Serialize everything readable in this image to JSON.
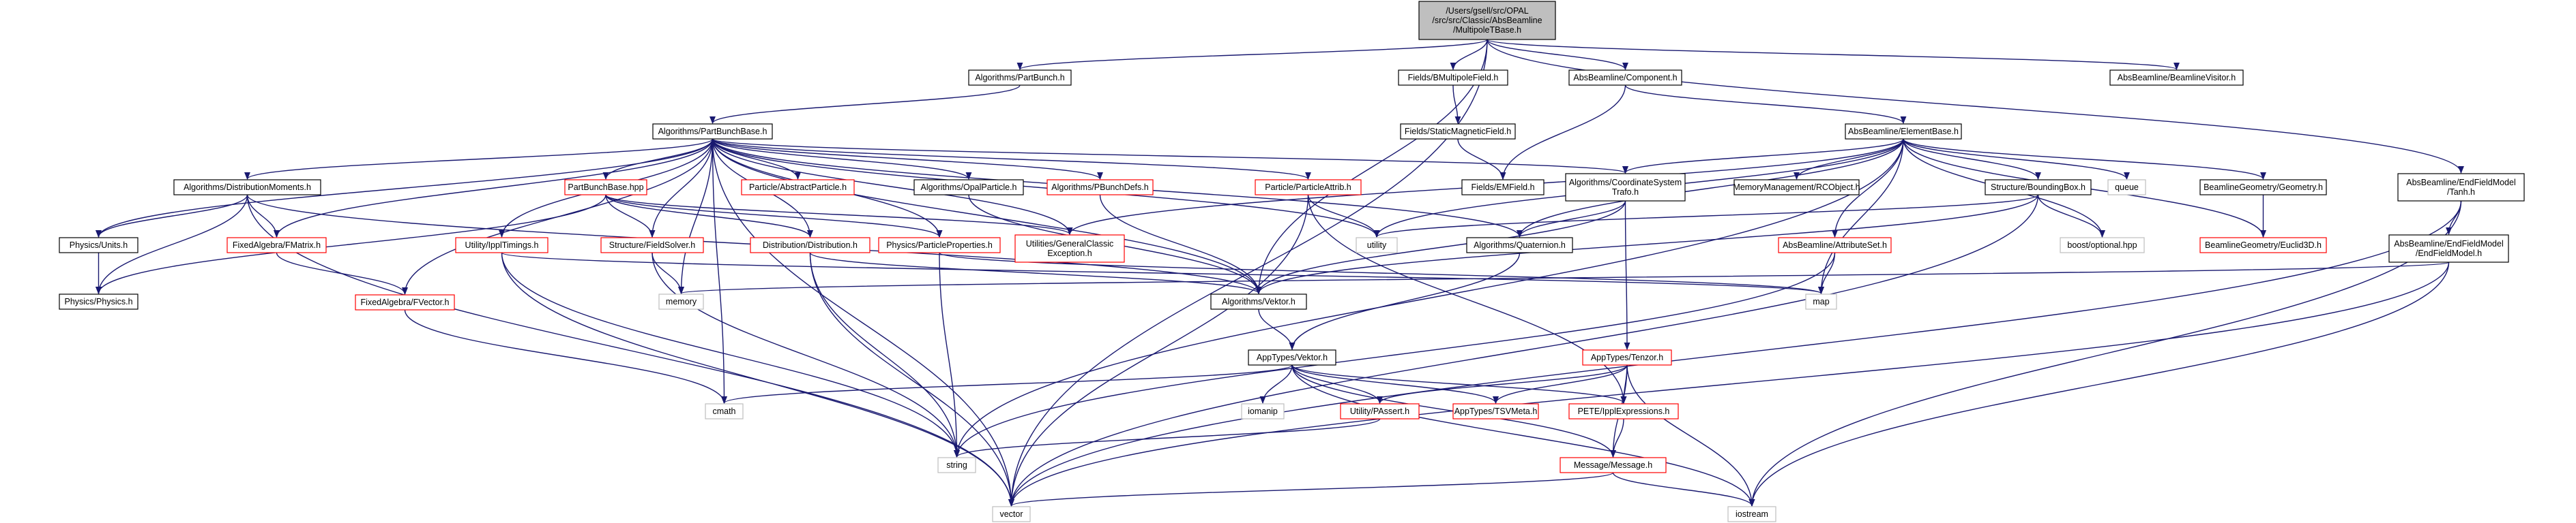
{
  "colors": {
    "edge": "#191970",
    "root_fill": "#bfbfbf",
    "node_border": "#000000",
    "linked_border": "#ff0000",
    "external_border": "#bfbfbf",
    "text": "#000000"
  },
  "nodes": [
    {
      "id": "root",
      "label": [
        "/Users/gsell/src/OPAL",
        "/src/src/Classic/AbsBeamline",
        "/MultipoleTBase.h"
      ],
      "style": "root"
    },
    {
      "id": "partbunch",
      "label": [
        "Algorithms/PartBunch.h"
      ],
      "style": "doc"
    },
    {
      "id": "bmultipole",
      "label": [
        "Fields/BMultipoleField.h"
      ],
      "style": "doc"
    },
    {
      "id": "component",
      "label": [
        "AbsBeamline/Component.h"
      ],
      "style": "doc"
    },
    {
      "id": "visitor",
      "label": [
        "AbsBeamline/BeamlineVisitor.h"
      ],
      "style": "doc"
    },
    {
      "id": "partbunchbase",
      "label": [
        "Algorithms/PartBunchBase.h"
      ],
      "style": "doc"
    },
    {
      "id": "staticmag",
      "label": [
        "Fields/StaticMagneticField.h"
      ],
      "style": "doc"
    },
    {
      "id": "elementbase",
      "label": [
        "AbsBeamline/ElementBase.h"
      ],
      "style": "doc"
    },
    {
      "id": "distmoments",
      "label": [
        "Algorithms/DistributionMoments.h"
      ],
      "style": "doc"
    },
    {
      "id": "partbunchbasehpp",
      "label": [
        "PartBunchBase.hpp"
      ],
      "style": "red"
    },
    {
      "id": "abstractparticle",
      "label": [
        "Particle/AbstractParticle.h"
      ],
      "style": "red"
    },
    {
      "id": "opalparticle",
      "label": [
        "Algorithms/OpalParticle.h"
      ],
      "style": "doc"
    },
    {
      "id": "pbunchdefs",
      "label": [
        "Algorithms/PBunchDefs.h"
      ],
      "style": "red"
    },
    {
      "id": "particleattrib",
      "label": [
        "Particle/ParticleAttrib.h"
      ],
      "style": "red"
    },
    {
      "id": "coordtrafo",
      "label": [
        "Algorithms/CoordinateSystem",
        "Trafo.h"
      ],
      "style": "doc"
    },
    {
      "id": "emfield",
      "label": [
        "Fields/EMField.h"
      ],
      "style": "doc"
    },
    {
      "id": "rcobject",
      "label": [
        "MemoryManagement/RCObject.h"
      ],
      "style": "doc"
    },
    {
      "id": "boundingbox",
      "label": [
        "Structure/BoundingBox.h"
      ],
      "style": "doc"
    },
    {
      "id": "queue",
      "label": [
        "queue"
      ],
      "style": "ext"
    },
    {
      "id": "bgeometry",
      "label": [
        "BeamlineGeometry/Geometry.h"
      ],
      "style": "doc"
    },
    {
      "id": "tanh",
      "label": [
        "AbsBeamline/EndFieldModel",
        "/Tanh.h"
      ],
      "style": "doc"
    },
    {
      "id": "physunits",
      "label": [
        "Physics/Units.h"
      ],
      "style": "doc"
    },
    {
      "id": "fmatrix",
      "label": [
        "FixedAlgebra/FMatrix.h"
      ],
      "style": "red"
    },
    {
      "id": "ippltimings",
      "label": [
        "Utility/IpplTimings.h"
      ],
      "style": "red"
    },
    {
      "id": "fieldsolver",
      "label": [
        "Structure/FieldSolver.h"
      ],
      "style": "red"
    },
    {
      "id": "distribution",
      "label": [
        "Distribution/Distribution.h"
      ],
      "style": "red"
    },
    {
      "id": "particleprops",
      "label": [
        "Physics/ParticleProperties.h"
      ],
      "style": "red"
    },
    {
      "id": "generalclassic",
      "label": [
        "Utilities/GeneralClassic",
        "Exception.h"
      ],
      "style": "red"
    },
    {
      "id": "utility",
      "label": [
        "utility"
      ],
      "style": "ext"
    },
    {
      "id": "quaternion",
      "label": [
        "Algorithms/Quaternion.h"
      ],
      "style": "doc"
    },
    {
      "id": "attributeset",
      "label": [
        "AbsBeamline/AttributeSet.h"
      ],
      "style": "red"
    },
    {
      "id": "boostoptional",
      "label": [
        "boost/optional.hpp"
      ],
      "style": "ext"
    },
    {
      "id": "euclid3d",
      "label": [
        "BeamlineGeometry/Euclid3D.h"
      ],
      "style": "red"
    },
    {
      "id": "endfieldmodel",
      "label": [
        "AbsBeamline/EndFieldModel",
        "/EndFieldModel.h"
      ],
      "style": "doc"
    },
    {
      "id": "physphysics",
      "label": [
        "Physics/Physics.h"
      ],
      "style": "doc"
    },
    {
      "id": "fvector",
      "label": [
        "FixedAlgebra/FVector.h"
      ],
      "style": "red"
    },
    {
      "id": "memory",
      "label": [
        "memory"
      ],
      "style": "ext"
    },
    {
      "id": "algvektor",
      "label": [
        "Algorithms/Vektor.h"
      ],
      "style": "doc"
    },
    {
      "id": "map",
      "label": [
        "map"
      ],
      "style": "ext"
    },
    {
      "id": "apptypesvektor",
      "label": [
        "AppTypes/Vektor.h"
      ],
      "style": "doc"
    },
    {
      "id": "tenzor",
      "label": [
        "AppTypes/Tenzor.h"
      ],
      "style": "red"
    },
    {
      "id": "cmath",
      "label": [
        "cmath"
      ],
      "style": "ext"
    },
    {
      "id": "iomanip",
      "label": [
        "iomanip"
      ],
      "style": "ext"
    },
    {
      "id": "passert",
      "label": [
        "Utility/PAssert.h"
      ],
      "style": "red"
    },
    {
      "id": "tsvmeta",
      "label": [
        "AppTypes/TSVMeta.h"
      ],
      "style": "red"
    },
    {
      "id": "ipplexpressions",
      "label": [
        "PETE/IpplExpressions.h"
      ],
      "style": "red"
    },
    {
      "id": "string",
      "label": [
        "string"
      ],
      "style": "ext"
    },
    {
      "id": "message",
      "label": [
        "Message/Message.h"
      ],
      "style": "red"
    },
    {
      "id": "vector",
      "label": [
        "vector"
      ],
      "style": "ext"
    },
    {
      "id": "iostream",
      "label": [
        "iostream"
      ],
      "style": "ext"
    }
  ],
  "edges": [
    [
      "root",
      "partbunch"
    ],
    [
      "root",
      "bmultipole"
    ],
    [
      "root",
      "component"
    ],
    [
      "root",
      "visitor"
    ],
    [
      "root",
      "tanh"
    ],
    [
      "root",
      "vector"
    ],
    [
      "root",
      "algvektor"
    ],
    [
      "partbunch",
      "partbunchbase"
    ],
    [
      "bmultipole",
      "staticmag"
    ],
    [
      "staticmag",
      "emfield"
    ],
    [
      "component",
      "elementbase"
    ],
    [
      "component",
      "emfield"
    ],
    [
      "partbunchbase",
      "distmoments"
    ],
    [
      "partbunchbase",
      "partbunchbasehpp"
    ],
    [
      "partbunchbase",
      "abstractparticle"
    ],
    [
      "partbunchbase",
      "opalparticle"
    ],
    [
      "partbunchbase",
      "pbunchdefs"
    ],
    [
      "partbunchbase",
      "particleattrib"
    ],
    [
      "partbunchbase",
      "coordtrafo"
    ],
    [
      "partbunchbase",
      "physunits"
    ],
    [
      "partbunchbase",
      "fmatrix"
    ],
    [
      "partbunchbase",
      "ippltimings"
    ],
    [
      "partbunchbase",
      "fieldsolver"
    ],
    [
      "partbunchbase",
      "distribution"
    ],
    [
      "partbunchbase",
      "particleprops"
    ],
    [
      "partbunchbase",
      "generalclassic"
    ],
    [
      "partbunchbase",
      "utility"
    ],
    [
      "partbunchbase",
      "quaternion"
    ],
    [
      "partbunchbase",
      "fvector"
    ],
    [
      "partbunchbase",
      "memory"
    ],
    [
      "partbunchbase",
      "algvektor"
    ],
    [
      "partbunchbase",
      "vector"
    ],
    [
      "partbunchbase",
      "cmath"
    ],
    [
      "elementbase",
      "coordtrafo"
    ],
    [
      "elementbase",
      "rcobject"
    ],
    [
      "elementbase",
      "boundingbox"
    ],
    [
      "elementbase",
      "queue"
    ],
    [
      "elementbase",
      "bgeometry"
    ],
    [
      "elementbase",
      "euclid3d"
    ],
    [
      "elementbase",
      "attributeset"
    ],
    [
      "elementbase",
      "boostoptional"
    ],
    [
      "elementbase",
      "generalclassic"
    ],
    [
      "elementbase",
      "utility"
    ],
    [
      "elementbase",
      "map"
    ],
    [
      "elementbase",
      "string"
    ],
    [
      "elementbase",
      "quaternion"
    ],
    [
      "distmoments",
      "physunits"
    ],
    [
      "distmoments",
      "fmatrix"
    ],
    [
      "distmoments",
      "physphysics"
    ],
    [
      "distmoments",
      "algvektor"
    ],
    [
      "distmoments",
      "vector"
    ],
    [
      "partbunchbasehpp",
      "fieldsolver"
    ],
    [
      "partbunchbasehpp",
      "distribution"
    ],
    [
      "partbunchbasehpp",
      "particleprops"
    ],
    [
      "partbunchbasehpp",
      "generalclassic"
    ],
    [
      "partbunchbasehpp",
      "physphysics"
    ],
    [
      "opalparticle",
      "algvektor"
    ],
    [
      "pbunchdefs",
      "algvektor"
    ],
    [
      "particleattrib",
      "utility"
    ],
    [
      "particleattrib",
      "vector"
    ],
    [
      "particleattrib",
      "ipplexpressions"
    ],
    [
      "coordtrafo",
      "quaternion"
    ],
    [
      "coordtrafo",
      "algvektor"
    ],
    [
      "coordtrafo",
      "tenzor"
    ],
    [
      "boundingbox",
      "algvektor"
    ],
    [
      "boundingbox",
      "boostoptional"
    ],
    [
      "boundingbox",
      "vector"
    ],
    [
      "boundingbox",
      "utility"
    ],
    [
      "bgeometry",
      "euclid3d"
    ],
    [
      "tanh",
      "endfieldmodel"
    ],
    [
      "tanh",
      "iostream"
    ],
    [
      "tanh",
      "vector"
    ],
    [
      "physunits",
      "physphysics"
    ],
    [
      "fmatrix",
      "fvector"
    ],
    [
      "fvector",
      "cmath"
    ],
    [
      "ippltimings",
      "map"
    ],
    [
      "ippltimings",
      "string"
    ],
    [
      "ippltimings",
      "vector"
    ],
    [
      "fieldsolver",
      "memory"
    ],
    [
      "fieldsolver",
      "string"
    ],
    [
      "distribution",
      "algvektor"
    ],
    [
      "distribution",
      "string"
    ],
    [
      "distribution",
      "vector"
    ],
    [
      "particleprops",
      "map"
    ],
    [
      "particleprops",
      "string"
    ],
    [
      "quaternion",
      "apptypesvektor"
    ],
    [
      "algvektor",
      "apptypesvektor"
    ],
    [
      "attributeset",
      "map"
    ],
    [
      "attributeset",
      "string"
    ],
    [
      "endfieldmodel",
      "iostream"
    ],
    [
      "endfieldmodel",
      "vector"
    ],
    [
      "endfieldmodel",
      "memory"
    ],
    [
      "apptypesvektor",
      "cmath"
    ],
    [
      "apptypesvektor",
      "iomanip"
    ],
    [
      "apptypesvektor",
      "passert"
    ],
    [
      "apptypesvektor",
      "tsvmeta"
    ],
    [
      "apptypesvektor",
      "ipplexpressions"
    ],
    [
      "apptypesvektor",
      "message"
    ],
    [
      "apptypesvektor",
      "iostream"
    ],
    [
      "tenzor",
      "passert"
    ],
    [
      "tenzor",
      "tsvmeta"
    ],
    [
      "tenzor",
      "ipplexpressions"
    ],
    [
      "tenzor",
      "message"
    ],
    [
      "tenzor",
      "iostream"
    ],
    [
      "passert",
      "string"
    ],
    [
      "ipplexpressions",
      "message"
    ],
    [
      "message",
      "vector"
    ],
    [
      "message",
      "iostream"
    ]
  ]
}
